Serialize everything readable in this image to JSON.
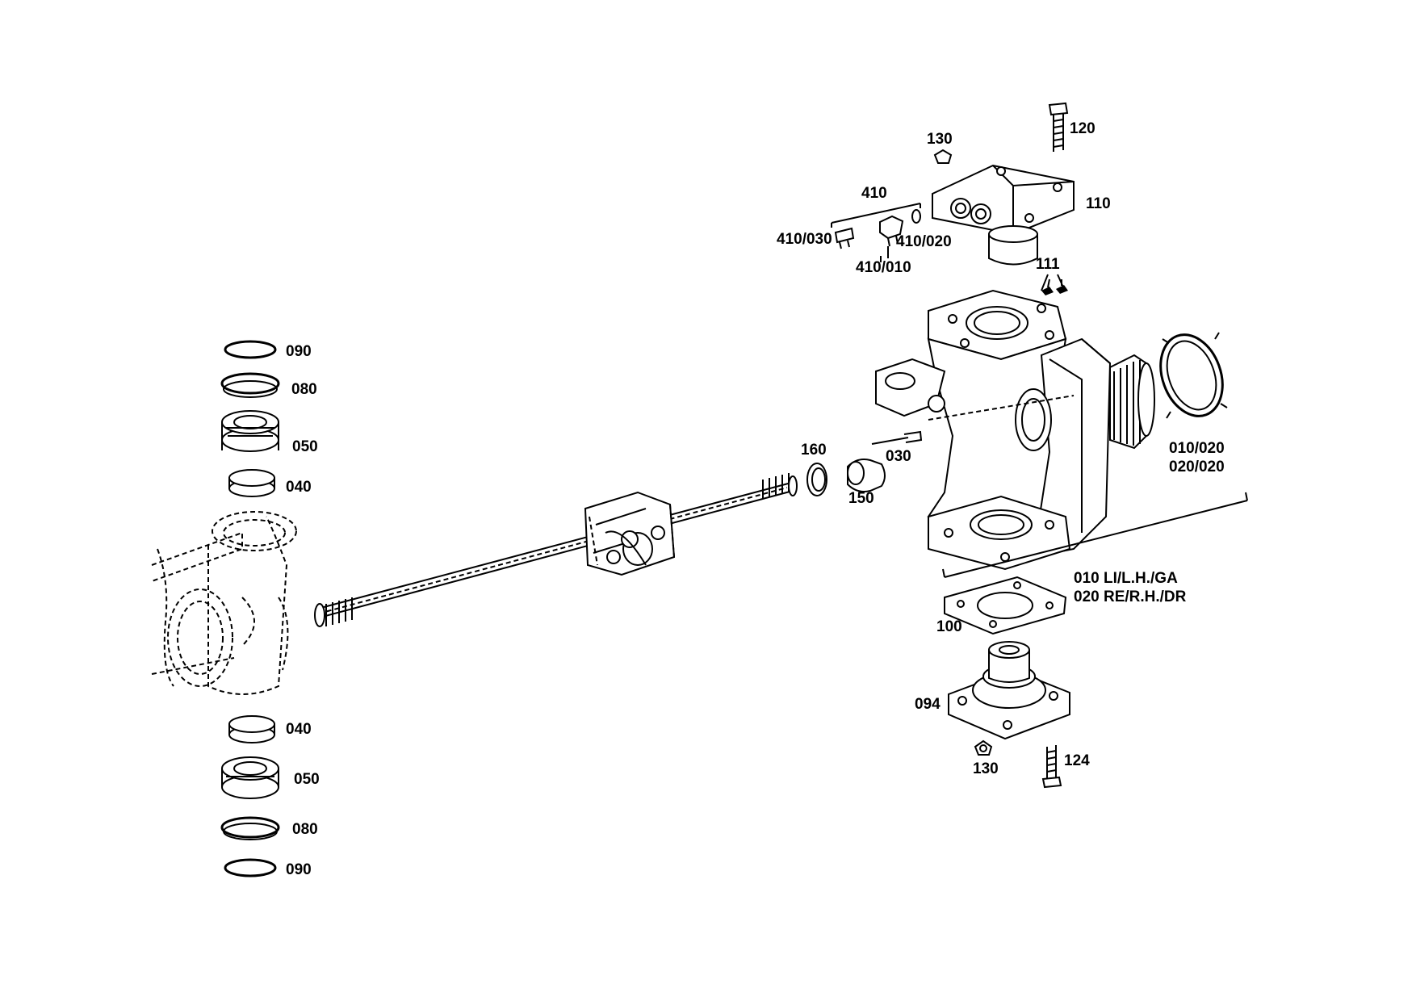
{
  "labels": {
    "p120": "120",
    "p130_top": "130",
    "p110": "110",
    "p410": "410",
    "p410_030": "410/030",
    "p410_020": "410/020",
    "p410_010": "410/010",
    "p111": "111",
    "p030": "030",
    "p160": "160",
    "p150": "150",
    "p010_020_a": "010/020",
    "p010_020_b": "020/020",
    "p010_side": "010 LI/L.H./GA",
    "p020_side": "020 RE/R.H./DR",
    "p100": "100",
    "p094": "094",
    "p124": "124",
    "p130_bottom": "130",
    "p090_top": "090",
    "p080_top": "080",
    "p050_top": "050",
    "p040_top": "040",
    "p040_bottom": "040",
    "p050_bottom": "050",
    "p080_bottom": "080",
    "p090_bottom": "090"
  }
}
